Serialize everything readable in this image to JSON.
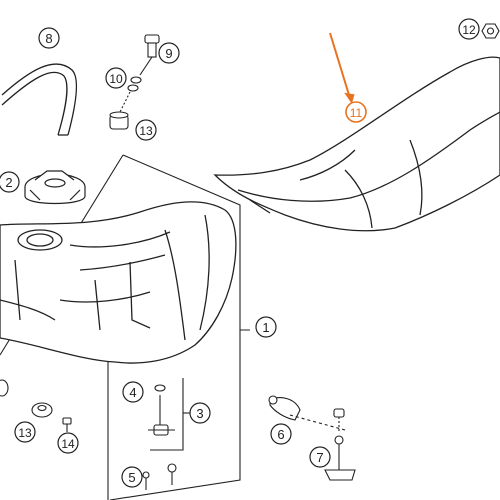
{
  "callouts": [
    {
      "id": "c1",
      "label": "1"
    },
    {
      "id": "c2",
      "label": "2"
    },
    {
      "id": "c3",
      "label": "3"
    },
    {
      "id": "c4",
      "label": "4"
    },
    {
      "id": "c5",
      "label": "5"
    },
    {
      "id": "c6",
      "label": "6"
    },
    {
      "id": "c7",
      "label": "7"
    },
    {
      "id": "c8",
      "label": "8"
    },
    {
      "id": "c9",
      "label": "9"
    },
    {
      "id": "c10",
      "label": "10"
    },
    {
      "id": "c11",
      "label": "11"
    },
    {
      "id": "c12",
      "label": "12"
    },
    {
      "id": "c13a",
      "label": "13"
    },
    {
      "id": "c13b",
      "label": "13"
    },
    {
      "id": "c14",
      "label": "14"
    }
  ],
  "colors": {
    "line": "#222222",
    "highlight": "#e8731f",
    "background": "#ffffff"
  }
}
